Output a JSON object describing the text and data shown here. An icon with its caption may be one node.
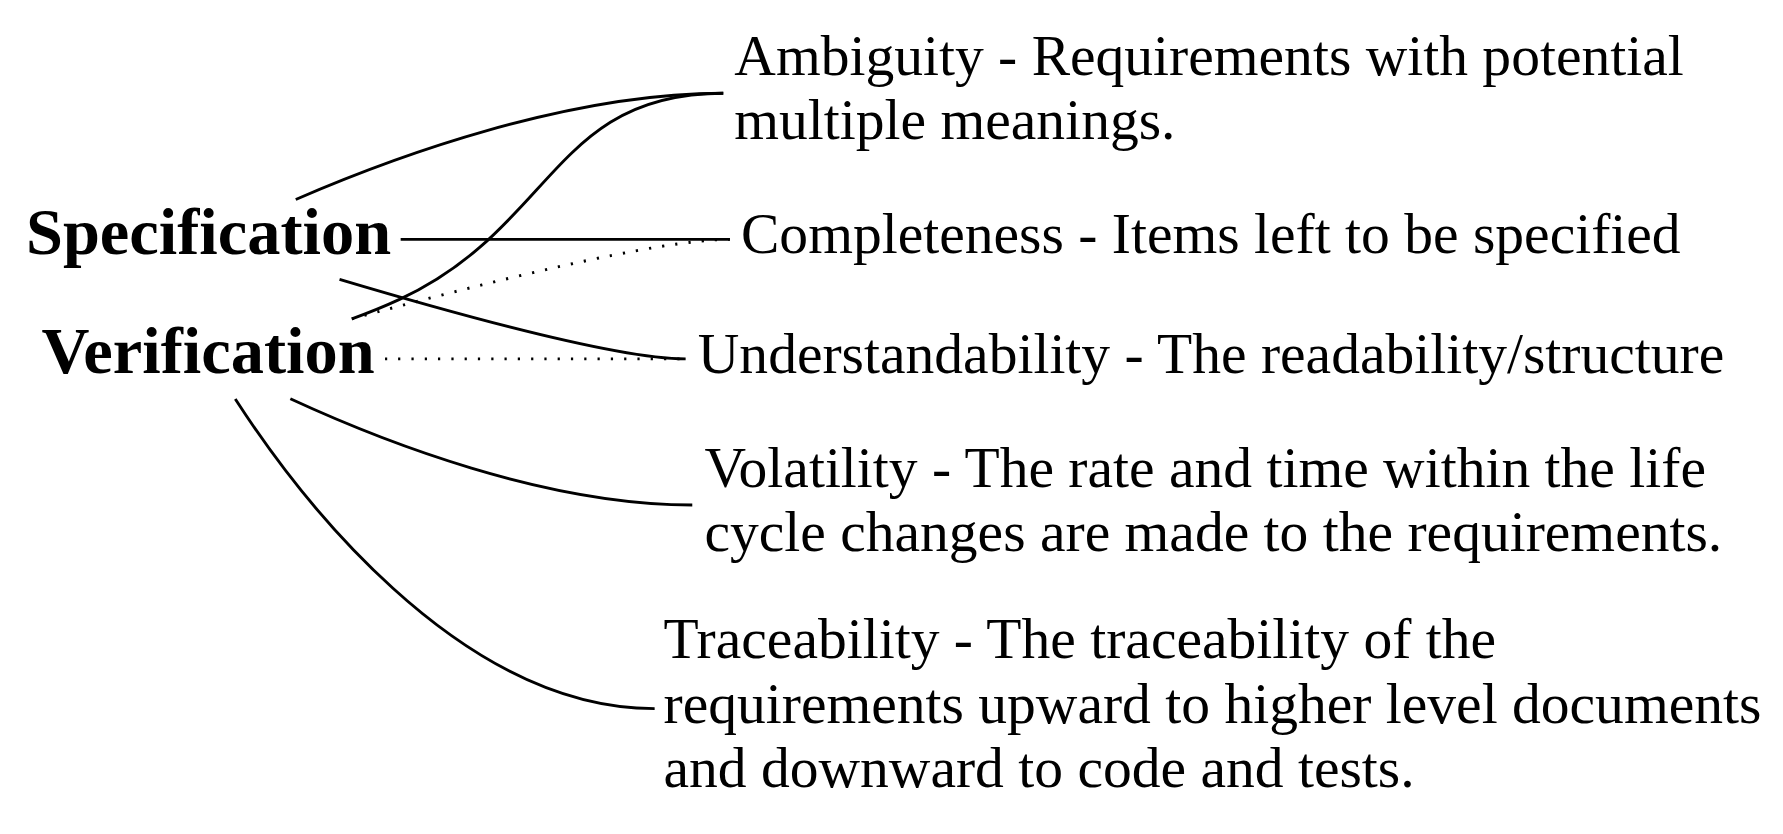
{
  "diagram": {
    "nodes": [
      {
        "text": [
          "Specification"
        ]
      },
      {
        "text": [
          "Verification"
        ]
      },
      {
        "text": [
          "Ambiguity - Requirements with potential multiple meanings."
        ]
      },
      {
        "text": [
          "Completeness - Items left to be specified"
        ]
      },
      {
        "text": [
          "Understandability - The readability/structure"
        ]
      },
      {
        "text": [
          "Volatility - The rate and time within the life cycle changes are made to the requirements."
        ]
      },
      {
        "text": [
          "Traceability - The traceability of the requirements upward to higher level documents and downward to code and tests."
        ]
      }
    ],
    "edges": [
      {
        "from": 0,
        "to": 2,
        "arrow": "none"
      },
      {
        "from": 0,
        "to": 3,
        "arrow": "none"
      },
      {
        "from": 0,
        "to": 4,
        "arrow": "none"
      },
      {
        "from": 1,
        "to": 2,
        "arrow": "none"
      },
      {
        "from": 1,
        "to": 3,
        "arrow": "none",
        "style": "dashed"
      },
      {
        "from": 1,
        "to": 4,
        "arrow": "none",
        "style": "dashed"
      },
      {
        "from": 1,
        "to": 5,
        "arrow": "none"
      },
      {
        "from": 1,
        "to": 6,
        "arrow": "none"
      }
    ]
  }
}
